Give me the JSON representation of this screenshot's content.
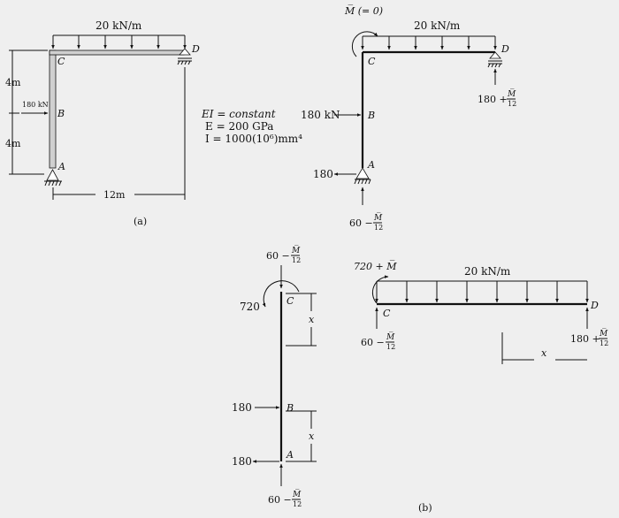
{
  "fig_a": {
    "load": "20 kN/m",
    "C": "C",
    "D": "D",
    "B": "B",
    "A": "A",
    "dim_upper": "4m",
    "dim_lower": "4m",
    "force_B": "180 kN",
    "span": "12m",
    "caption": "(a)"
  },
  "props": {
    "ei": "EI = constant",
    "e": "E = 200 GPa",
    "i": "I = 1000(10⁶)mm⁴"
  },
  "fbd_frame": {
    "moment": "M̅ (= 0)",
    "load": "20 kN/m",
    "C": "C",
    "D": "D",
    "B": "B",
    "A": "A",
    "force_B": "180 kN",
    "react_Dy_a": "180 +",
    "react_Dy_num": "M̅",
    "react_Dy_den": "12",
    "react_Ax": "180",
    "react_Ay_a": "60 −",
    "react_Ay_num": "M̅",
    "react_Ay_den": "12"
  },
  "fbd_column": {
    "top_a": "60 −",
    "top_num": "M̅",
    "top_den": "12",
    "moment": "720",
    "C": "C",
    "B": "B",
    "A": "A",
    "x_upper": "x",
    "x_lower": "x",
    "force_B": "180",
    "force_A": "180",
    "bot_a": "60 −",
    "bot_num": "M̅",
    "bot_den": "12"
  },
  "fbd_beam": {
    "moment": "720 + M̅",
    "load": "20 kN/m",
    "C": "C",
    "D": "D",
    "left_a": "60 −",
    "left_num": "M̅",
    "left_den": "12",
    "right_a": "180 +",
    "right_num": "M̅",
    "right_den": "12",
    "x": "x"
  },
  "caption_b": "(b)"
}
